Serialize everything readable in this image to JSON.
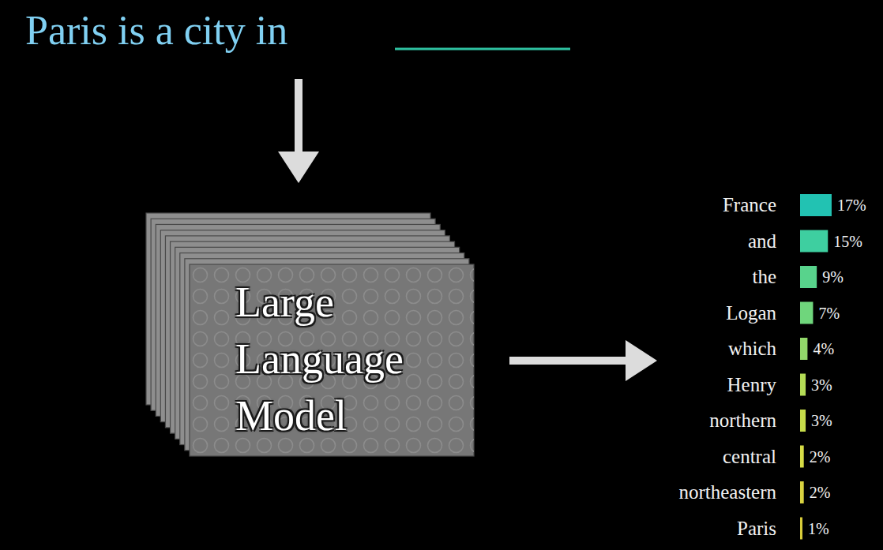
{
  "diagram": {
    "title": "Paris is a city in",
    "nodes": [
      {
        "text": [
          "Large Language Model"
        ]
      }
    ],
    "labels": [
      "France",
      "17%",
      "and",
      "15%",
      "the",
      "9%",
      "Logan",
      "7%",
      "which",
      "4%",
      "Henry",
      "3%",
      "northern",
      "3%",
      "central",
      "2%",
      "northeastern",
      "2%",
      "Paris",
      "1%"
    ]
  }
}
